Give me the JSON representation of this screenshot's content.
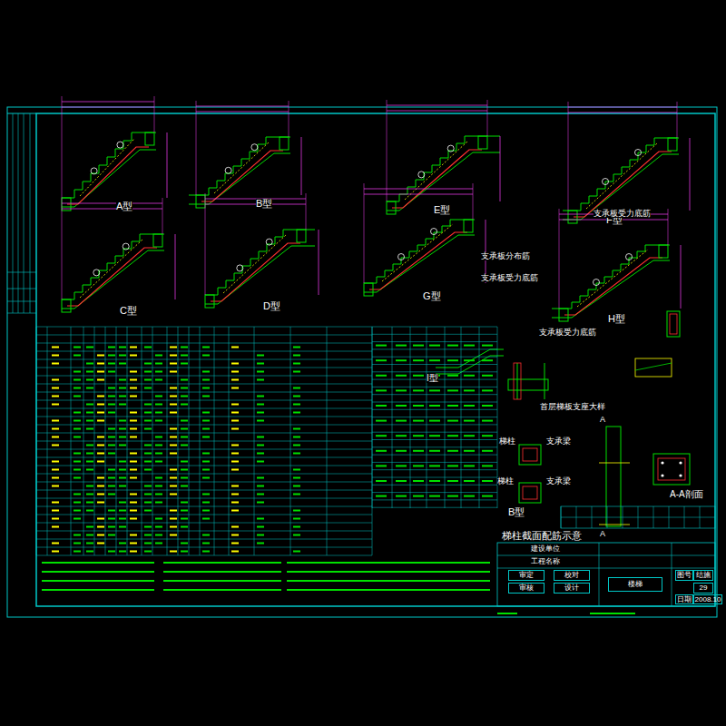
{
  "diagram": {
    "nodes": [
      {
        "text": [
          "审定"
        ]
      },
      {
        "text": [
          "校对"
        ]
      },
      {
        "text": [
          "审核"
        ]
      },
      {
        "text": [
          "设计"
        ]
      },
      {
        "text": [
          "楼梯"
        ]
      },
      {
        "text": [
          "图号"
        ]
      },
      {
        "text": [
          "结施"
        ]
      },
      {
        "text": [
          "29"
        ]
      },
      {
        "text": [
          "日期"
        ]
      },
      {
        "text": [
          "2008.10"
        ]
      }
    ],
    "labels": [
      "A型",
      "B型",
      "E型",
      "F型",
      "C型",
      "D型",
      "G型",
      "H型",
      "支承板受力底筋",
      "支承板分布筋",
      "支承板受力底筋",
      "支承板受力底筋",
      "I型",
      "首层梯板支座大样",
      "梯柱",
      "支承梁",
      "B型",
      "梯柱",
      "支承梁",
      "梯柱截面配筋示意",
      "A-A剖面",
      "A",
      "A",
      "建设单位",
      "工程名称"
    ]
  }
}
